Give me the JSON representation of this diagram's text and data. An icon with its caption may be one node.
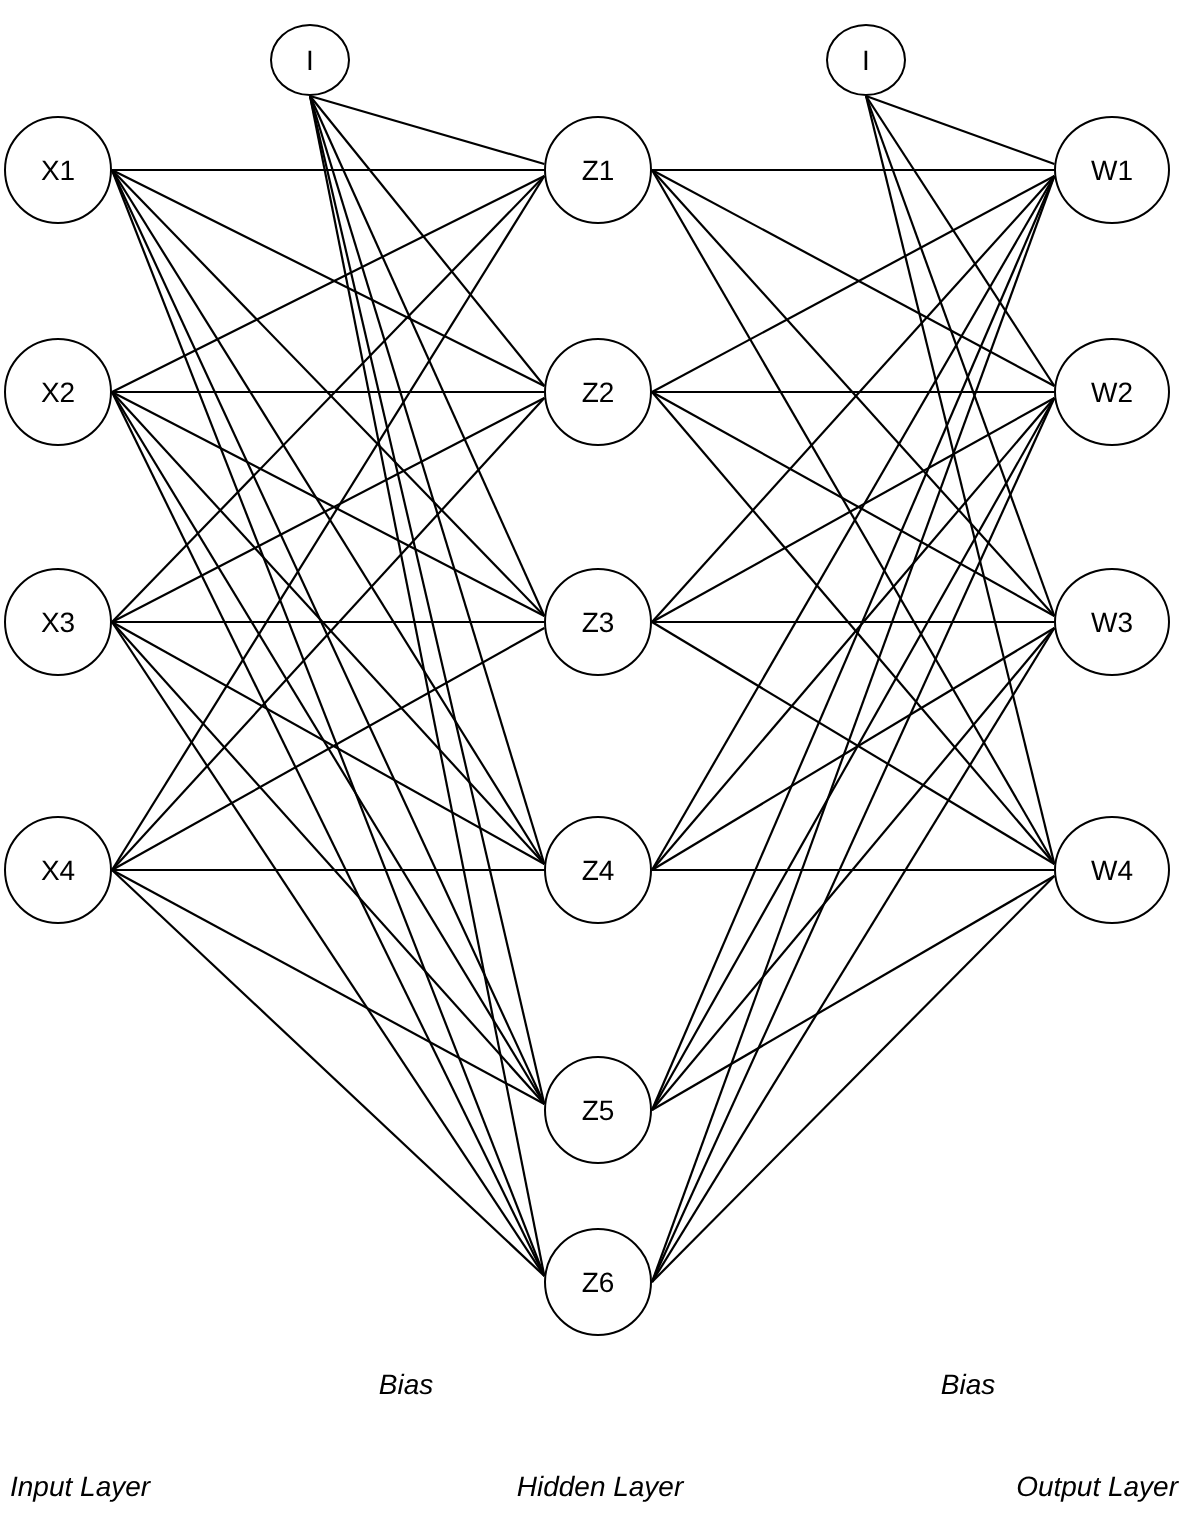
{
  "diagram": {
    "nodes": [
      {
        "text": [
          "X1"
        ]
      },
      {
        "text": [
          "X2"
        ]
      },
      {
        "text": [
          "X3"
        ]
      },
      {
        "text": [
          "X4"
        ]
      },
      {
        "text": [
          "I"
        ]
      },
      {
        "text": [
          "Z1"
        ]
      },
      {
        "text": [
          "Z2"
        ]
      },
      {
        "text": [
          "Z3"
        ]
      },
      {
        "text": [
          "Z4"
        ]
      },
      {
        "text": [
          "Z5"
        ]
      },
      {
        "text": [
          "Z6"
        ]
      },
      {
        "text": [
          "I"
        ]
      },
      {
        "text": [
          "W1"
        ]
      },
      {
        "text": [
          "W2"
        ]
      },
      {
        "text": [
          "W3"
        ]
      },
      {
        "text": [
          "W4"
        ]
      }
    ],
    "edges": [
      {
        "from": 0,
        "to": 5,
        "arrow": "none"
      },
      {
        "from": 0,
        "to": 6,
        "arrow": "none"
      },
      {
        "from": 0,
        "to": 7,
        "arrow": "none"
      },
      {
        "from": 0,
        "to": 8,
        "arrow": "none"
      },
      {
        "from": 0,
        "to": 9,
        "arrow": "none"
      },
      {
        "from": 0,
        "to": 10,
        "arrow": "none"
      },
      {
        "from": 1,
        "to": 5,
        "arrow": "none"
      },
      {
        "from": 1,
        "to": 6,
        "arrow": "none"
      },
      {
        "from": 1,
        "to": 7,
        "arrow": "none"
      },
      {
        "from": 1,
        "to": 8,
        "arrow": "none"
      },
      {
        "from": 1,
        "to": 9,
        "arrow": "none"
      },
      {
        "from": 1,
        "to": 10,
        "arrow": "none"
      },
      {
        "from": 2,
        "to": 5,
        "arrow": "none"
      },
      {
        "from": 2,
        "to": 6,
        "arrow": "none"
      },
      {
        "from": 2,
        "to": 7,
        "arrow": "none"
      },
      {
        "from": 2,
        "to": 8,
        "arrow": "none"
      },
      {
        "from": 2,
        "to": 9,
        "arrow": "none"
      },
      {
        "from": 2,
        "to": 10,
        "arrow": "none"
      },
      {
        "from": 3,
        "to": 5,
        "arrow": "none"
      },
      {
        "from": 3,
        "to": 6,
        "arrow": "none"
      },
      {
        "from": 3,
        "to": 7,
        "arrow": "none"
      },
      {
        "from": 3,
        "to": 8,
        "arrow": "none"
      },
      {
        "from": 3,
        "to": 9,
        "arrow": "none"
      },
      {
        "from": 3,
        "to": 10,
        "arrow": "none"
      },
      {
        "from": 4,
        "to": 5,
        "arrow": "none"
      },
      {
        "from": 4,
        "to": 6,
        "arrow": "none"
      },
      {
        "from": 4,
        "to": 7,
        "arrow": "none"
      },
      {
        "from": 4,
        "to": 8,
        "arrow": "none"
      },
      {
        "from": 4,
        "to": 9,
        "arrow": "none"
      },
      {
        "from": 4,
        "to": 10,
        "arrow": "none"
      },
      {
        "from": 5,
        "to": 12,
        "arrow": "none"
      },
      {
        "from": 5,
        "to": 13,
        "arrow": "none"
      },
      {
        "from": 5,
        "to": 14,
        "arrow": "none"
      },
      {
        "from": 5,
        "to": 15,
        "arrow": "none"
      },
      {
        "from": 6,
        "to": 12,
        "arrow": "none"
      },
      {
        "from": 6,
        "to": 13,
        "arrow": "none"
      },
      {
        "from": 6,
        "to": 14,
        "arrow": "none"
      },
      {
        "from": 6,
        "to": 15,
        "arrow": "none"
      },
      {
        "from": 7,
        "to": 12,
        "arrow": "none"
      },
      {
        "from": 7,
        "to": 13,
        "arrow": "none"
      },
      {
        "from": 7,
        "to": 14,
        "arrow": "none"
      },
      {
        "from": 7,
        "to": 15,
        "arrow": "none"
      },
      {
        "from": 8,
        "to": 12,
        "arrow": "none"
      },
      {
        "from": 8,
        "to": 13,
        "arrow": "none"
      },
      {
        "from": 8,
        "to": 14,
        "arrow": "none"
      },
      {
        "from": 8,
        "to": 15,
        "arrow": "none"
      },
      {
        "from": 9,
        "to": 12,
        "arrow": "none"
      },
      {
        "from": 9,
        "to": 13,
        "arrow": "none"
      },
      {
        "from": 9,
        "to": 14,
        "arrow": "none"
      },
      {
        "from": 9,
        "to": 15,
        "arrow": "none"
      },
      {
        "from": 10,
        "to": 12,
        "arrow": "none"
      },
      {
        "from": 10,
        "to": 13,
        "arrow": "none"
      },
      {
        "from": 10,
        "to": 14,
        "arrow": "none"
      },
      {
        "from": 10,
        "to": 15,
        "arrow": "none"
      },
      {
        "from": 11,
        "to": 12,
        "arrow": "none"
      },
      {
        "from": 11,
        "to": 13,
        "arrow": "none"
      },
      {
        "from": 11,
        "to": 14,
        "arrow": "none"
      },
      {
        "from": 11,
        "to": 15,
        "arrow": "none"
      }
    ],
    "labels": [
      "Bias",
      "Bias",
      "Input Layer",
      "Hidden Layer",
      "Output Layer"
    ]
  }
}
